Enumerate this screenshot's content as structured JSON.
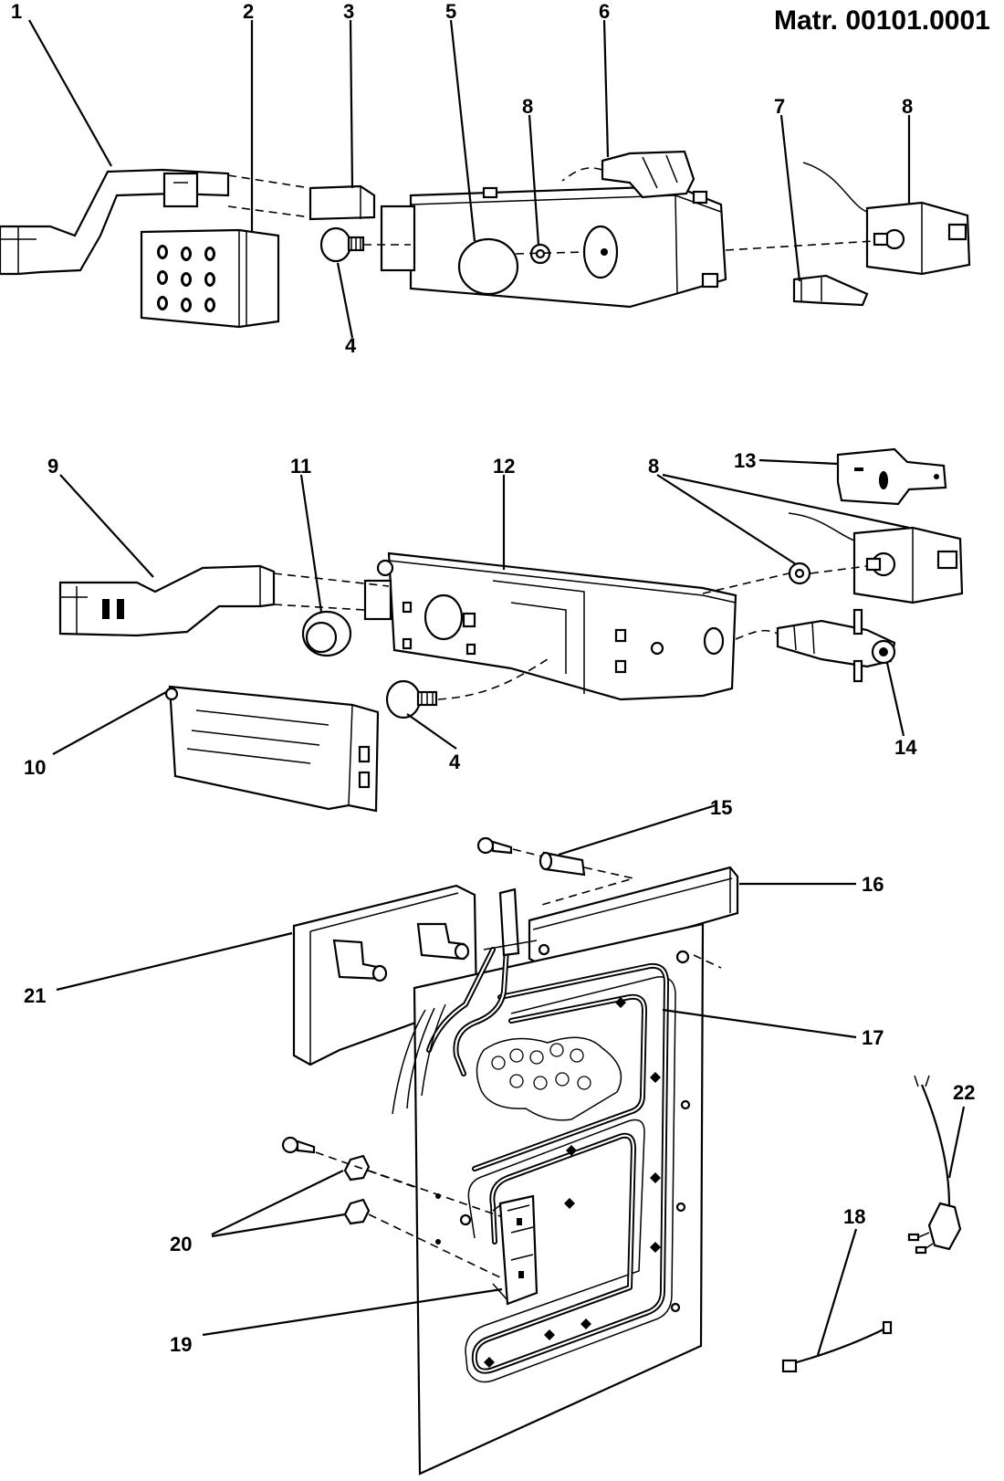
{
  "title": "Matr. 00101.0001",
  "labels": {
    "l1": "1",
    "l2": "2",
    "l3": "3",
    "l4a": "4",
    "l5": "5",
    "l6": "6",
    "l7": "7",
    "l8a": "8",
    "l8b": "8",
    "l8c": "8",
    "l9": "9",
    "l10": "10",
    "l11": "11",
    "l12": "12",
    "l13": "13",
    "l14": "14",
    "l4b": "4",
    "l15": "15",
    "l16": "16",
    "l17": "17",
    "l18": "18",
    "l19": "19",
    "l20": "20",
    "l21": "21",
    "l22": "22"
  }
}
